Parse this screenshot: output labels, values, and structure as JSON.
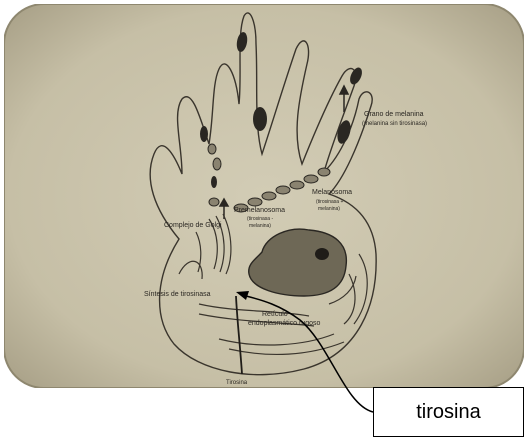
{
  "figure": {
    "labels": {
      "melanin_granule": "Grano de melanina",
      "melanin_granule_sub": "(melanina sin tirosinasa)",
      "melanosome": "Melanosoma",
      "melanosome_sub_1": "(tirosinasa +",
      "melanosome_sub_2": "melanina)",
      "premelanosome": "Premelanosoma",
      "premelanosome_sub_1": "(tirosinasa -",
      "premelanosome_sub_2": "melanina)",
      "golgi": "Complejo de Golgi",
      "tyrosinase_synthesis": "Síntesis de tirosinasa",
      "reticulum_1": "Retículo",
      "reticulum_2": "endoplasmático rugoso",
      "tyrosine_bottom": "Tirosina"
    },
    "colors": {
      "background": "#c9c2a9",
      "ink": "#2a2722",
      "nucleus": "#6e6856"
    }
  },
  "callout": {
    "label": "tirosina"
  }
}
